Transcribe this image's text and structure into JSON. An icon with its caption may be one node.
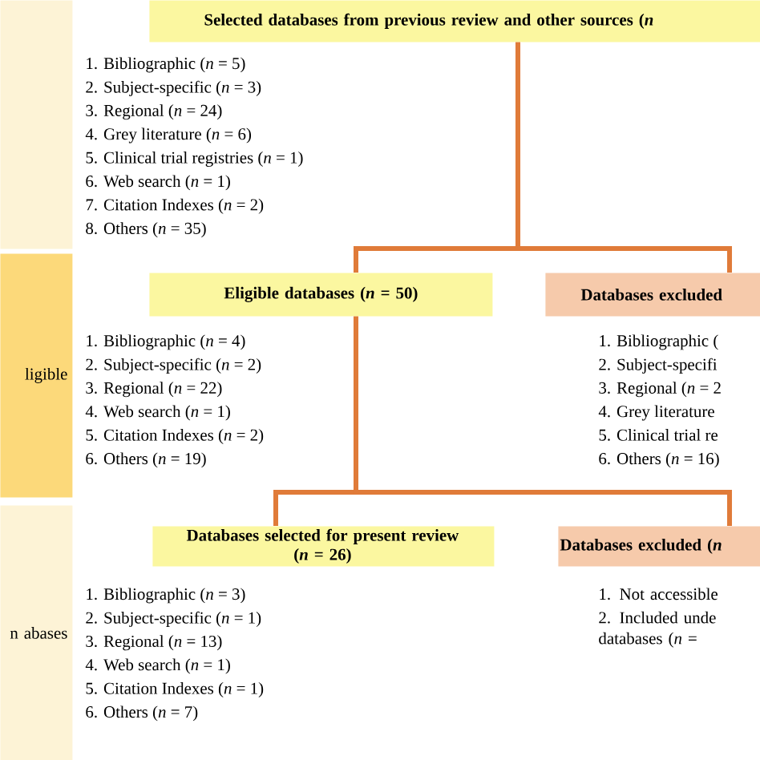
{
  "diagram": {
    "nodes": [
      {
        "text": [],
        "shape": "band"
      },
      {
        "text": [
          "ligible"
        ]
      },
      {
        "text": [
          "n abases"
        ]
      },
      {
        "text": [
          "Selected databases from previous review and other sources (*n*"
        ],
        "beside": [
          "1. Bibliographic (*n* = 5)",
          "2. Subject-specific (*n* = 3)",
          "3. Regional (*n* = 24)",
          "4. Grey literature (*n* = 6)",
          "5. Clinical trial registries (*n* = 1)",
          "6. Web search (*n* = 1)",
          "7. Citation Indexes (*n* = 2)",
          "8. Others (*n* = 35)"
        ]
      },
      {
        "text": [
          "Eligible databases (*n* = 50)"
        ],
        "beside": [
          "1. Bibliographic (*n* = 4)",
          "2. Subject-specific (*n* = 2)",
          "3. Regional (*n* = 22)",
          "4. Web search (*n* = 1)",
          "5. Citation Indexes (*n* = 2)",
          "6. Others (*n* = 19)"
        ]
      },
      {
        "text": [
          "Databases excluded"
        ],
        "beside": [
          "1. Bibliographic (",
          "2. Subject-specifi",
          "3. Regional (*n* = 2",
          "4. Grey literature",
          "5. Clinical trial re",
          "6. Others (*n* = 16)"
        ]
      },
      {
        "text": [
          "Databases selected for present review (*n* = 26)"
        ],
        "beside": [
          "1. Bibliographic (*n* = 3)",
          "2. Subject-specific (*n* = 1)",
          "3. Regional (*n* = 13)",
          "4. Web search (*n* = 1)",
          "5. Citation Indexes (*n* = 1)",
          "6. Others (*n* = 7)"
        ]
      },
      {
        "text": [
          "Databases excluded (*n*"
        ],
        "beside": [
          "1. Not accessible",
          "2. Included unde databases (*n* ="
        ]
      }
    ],
    "edges": [
      {
        "from": 3,
        "to": 4,
        "arrow": "none"
      },
      {
        "from": 3,
        "to": 5,
        "arrow": "none"
      },
      {
        "from": 4,
        "to": 6,
        "arrow": "none"
      },
      {
        "from": 4,
        "to": 7,
        "arrow": "none"
      }
    ]
  }
}
